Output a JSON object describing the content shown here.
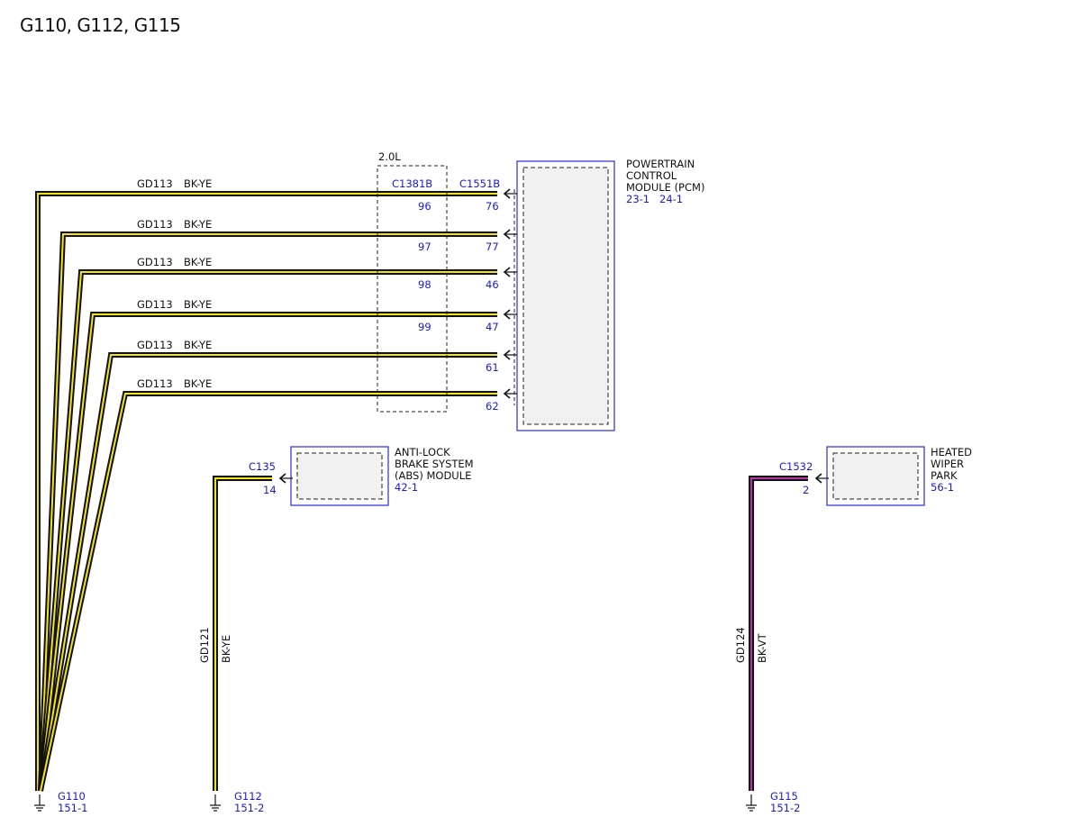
{
  "title": "G110, G112, G115",
  "colors": {
    "wire_core_bk_ye": "#f1e21a",
    "wire_core_bk_vt": "#b535a8",
    "wire_outline": "#111111",
    "module_border": "#2b2bd6",
    "module_fill": "#f1f1f1",
    "ref_text": "#1a1ad6"
  },
  "option_box": {
    "label": "2.0L",
    "connector": "C1381B"
  },
  "pcm": {
    "name_lines": [
      "POWERTRAIN",
      "CONTROL",
      "MODULE (PCM)"
    ],
    "refs": [
      "23-1",
      "24-1"
    ],
    "connector": "C1551B"
  },
  "pcm_wires": [
    {
      "circuit": "GD113",
      "color": "BK-YE",
      "inline_pin": "96",
      "pin": "76"
    },
    {
      "circuit": "GD113",
      "color": "BK-YE",
      "inline_pin": "97",
      "pin": "77"
    },
    {
      "circuit": "GD113",
      "color": "BK-YE",
      "inline_pin": "98",
      "pin": "46"
    },
    {
      "circuit": "GD113",
      "color": "BK-YE",
      "inline_pin": "99",
      "pin": "47"
    },
    {
      "circuit": "GD113",
      "color": "BK-YE",
      "inline_pin": "",
      "pin": "61"
    },
    {
      "circuit": "GD113",
      "color": "BK-YE",
      "inline_pin": "",
      "pin": "62"
    }
  ],
  "abs": {
    "name_lines": [
      "ANTI-LOCK",
      "BRAKE SYSTEM",
      "(ABS) MODULE"
    ],
    "ref": "42-1",
    "connector": "C135",
    "pin": "14",
    "circuit": "GD121",
    "color": "BK-YE"
  },
  "wiper": {
    "name_lines": [
      "HEATED",
      "WIPER",
      "PARK"
    ],
    "ref": "56-1",
    "connector": "C1532",
    "pin": "2",
    "circuit": "GD124",
    "color": "BK-VT"
  },
  "grounds": [
    {
      "name": "G110",
      "ref": "151-1"
    },
    {
      "name": "G112",
      "ref": "151-2"
    },
    {
      "name": "G115",
      "ref": "151-2"
    }
  ]
}
